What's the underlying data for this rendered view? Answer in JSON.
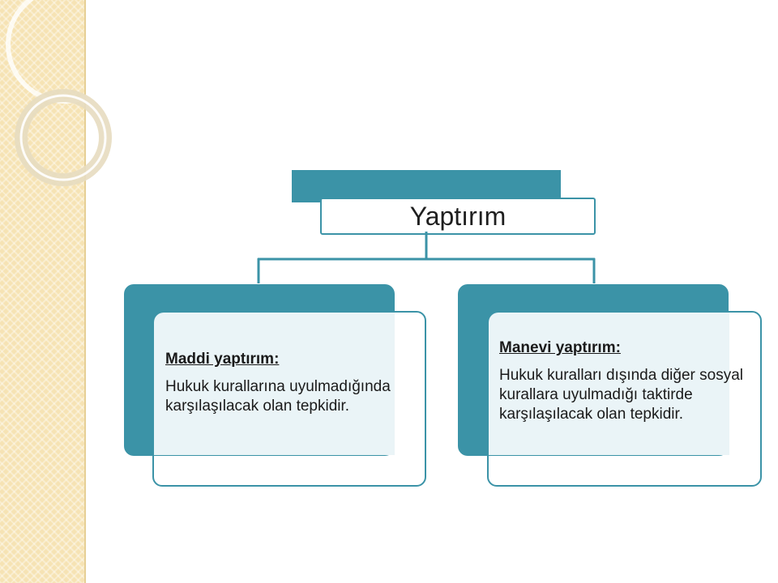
{
  "diagram": {
    "root": {
      "label": "Yaptırım"
    },
    "children": [
      {
        "title": "Maddi yaptırım:",
        "body": "Hukuk kurallarına uyulmadığında karşılaşılacak olan tepkidir."
      },
      {
        "title": "Manevi yaptırım:",
        "body": "Hukuk kuralları dışında diğer sosyal kurallara uyulmadığı taktirde karşılaşılacak olan tepkidir."
      }
    ]
  },
  "colors": {
    "accent": "#3b93a7",
    "box_fill": "#eaf4f7",
    "side_strip": "#f6e3b4"
  }
}
